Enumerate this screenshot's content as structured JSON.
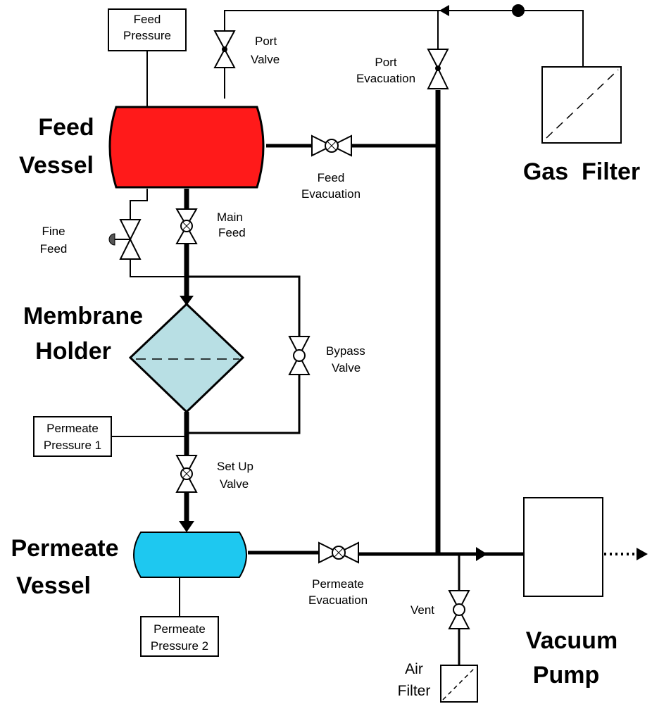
{
  "labels": {
    "feed_pressure": [
      "Feed",
      "Pressure"
    ],
    "port_valve": [
      "Port",
      "Valve"
    ],
    "port_evacuation": [
      "Port",
      "Evacuation"
    ],
    "feed_vessel": [
      "Feed",
      "Vessel"
    ],
    "feed_evacuation": [
      "Feed",
      "Evacuation"
    ],
    "gas_filter": "Gas  Filter",
    "fine_feed": [
      "Fine",
      "Feed"
    ],
    "main_feed": [
      "Main",
      "Feed"
    ],
    "membrane_holder": [
      "Membrane",
      "Holder"
    ],
    "bypass_valve": [
      "Bypass",
      "Valve"
    ],
    "permeate_pressure_1": [
      "Permeate",
      "Pressure 1"
    ],
    "set_up_valve": [
      "Set Up",
      "Valve"
    ],
    "permeate_vessel": [
      "Permeate",
      "Vessel"
    ],
    "permeate_evacuation": [
      "Permeate",
      "Evacuation"
    ],
    "permeate_pressure_2": [
      "Permeate",
      "Pressure 2"
    ],
    "vent": "Vent",
    "air_filter": [
      "Air",
      "Filter"
    ],
    "vacuum_pump": [
      "Vacuum",
      "Pump"
    ]
  },
  "colors": {
    "feed_vessel": "#ff1a1a",
    "permeate_vessel": "#1ec8f0",
    "membrane_holder": "#b8dfe4",
    "line": "#000000"
  }
}
